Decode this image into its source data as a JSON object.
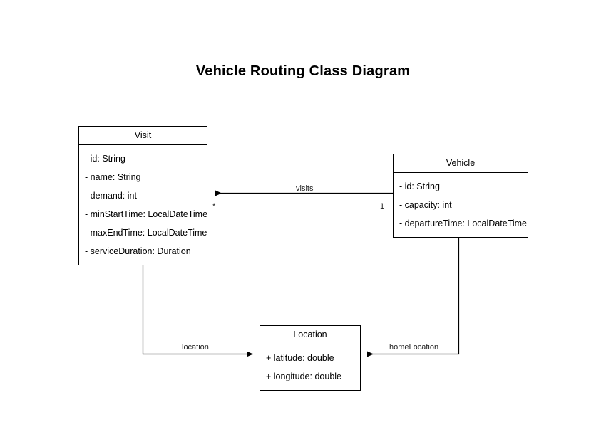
{
  "title": "Vehicle Routing Class Diagram",
  "diagram": {
    "type": "uml-class-diagram",
    "background_color": "#ffffff",
    "line_color": "#000000",
    "text_color": "#000000",
    "classes": [
      {
        "id": "visit",
        "name": "Visit",
        "attributes": [
          "- id: String",
          "- name: String",
          "- demand: int",
          "- minStartTime: LocalDateTime",
          "- maxEndTime: LocalDateTime",
          "- serviceDuration: Duration"
        ]
      },
      {
        "id": "vehicle",
        "name": "Vehicle",
        "attributes": [
          "- id: String",
          "- capacity: int",
          "- departureTime: LocalDateTime"
        ]
      },
      {
        "id": "location",
        "name": "Location",
        "attributes": [
          "+ latitude: double",
          "+ longitude: double"
        ]
      }
    ],
    "relationships": [
      {
        "id": "visits",
        "label": "visits",
        "from": "Vehicle",
        "to": "Visit",
        "arrow": "open-arrow-at-visit",
        "source_multiplicity": "1",
        "target_multiplicity": "*"
      },
      {
        "id": "location",
        "label": "location",
        "from": "Visit",
        "to": "Location",
        "arrow": "open-arrow-at-location",
        "source_multiplicity": "",
        "target_multiplicity": ""
      },
      {
        "id": "homeLocation",
        "label": "homeLocation",
        "from": "Vehicle",
        "to": "Location",
        "arrow": "open-arrow-at-location",
        "source_multiplicity": "",
        "target_multiplicity": ""
      }
    ]
  }
}
